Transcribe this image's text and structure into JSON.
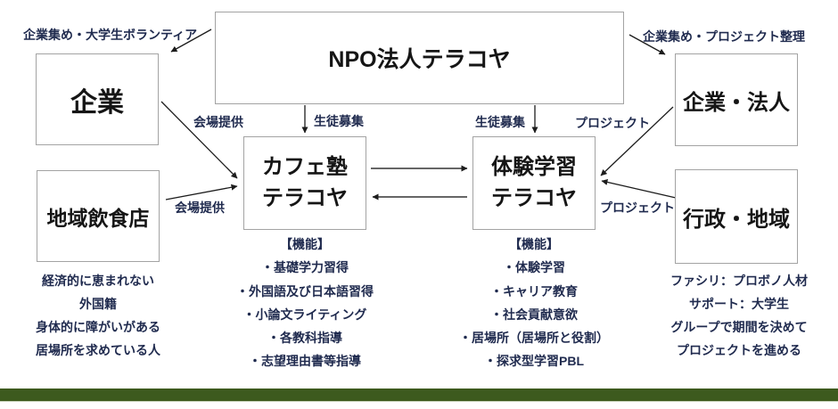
{
  "colors": {
    "label_navy": "#1f2a4e",
    "box_text": "#151515",
    "box_border": "#a3a3a3",
    "arrow": "#1c1c1c",
    "footer_green": "#3d5a1e",
    "background": "#ffffff"
  },
  "nodes": {
    "npo": {
      "label": "NPO法人テラコヤ"
    },
    "kigyo": {
      "label": "企業"
    },
    "chiiki_inshokuten": {
      "label": "地域飲食店"
    },
    "cafe_juku": {
      "line1": "カフェ塾",
      "line2": "テラコヤ"
    },
    "taiken_gakushu": {
      "line1": "体験学習",
      "line2": "テラコヤ"
    },
    "kigyo_hojin": {
      "label": "企業・法人"
    },
    "gyosei_chiiki": {
      "label": "行政・地域"
    }
  },
  "edge_labels": {
    "top_left": "企業集め・大学生ボランティア",
    "top_right": "企業集め・プロジェクト整理",
    "kaijo_teikyo_upper": "会場提供",
    "kaijo_teikyo_lower": "会場提供",
    "seito_boshu_left": "生徒募集",
    "seito_boshu_right": "生徒募集",
    "project_upper": "プロジェクト",
    "project_lower": "プロジェクト"
  },
  "cafe_functions": {
    "heading": "【機能】",
    "items": [
      "・基礎学力習得",
      "・外国語及び日本語習得",
      "・小論文ライティング",
      "・各教科指導",
      "・志望理由書等指導"
    ]
  },
  "taiken_functions": {
    "heading": "【機能】",
    "items": [
      "・体験学習",
      "・キャリア教育",
      "・社会貢献意欲",
      "・居場所（居場所と役割）",
      "・探求型学習PBL"
    ]
  },
  "left_note": {
    "lines": [
      "経済的に恵まれない",
      "外国籍",
      "身体的に障がいがある",
      "居場所を求めている人"
    ]
  },
  "right_note": {
    "lines": [
      "ファシリ：プロボノ人材",
      "サポート：大学生",
      "グループで期間を決めて",
      "プロジェクトを進める"
    ]
  }
}
